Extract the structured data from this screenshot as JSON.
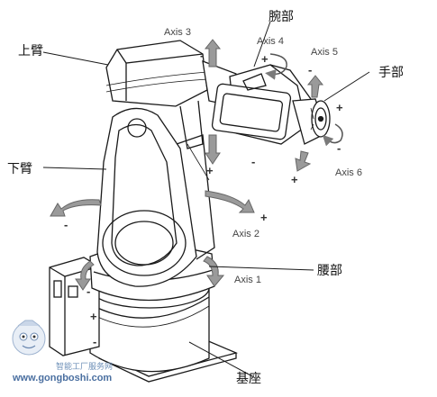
{
  "labels": {
    "upper_arm": "上臂",
    "wrist": "腕部",
    "hand": "手部",
    "lower_arm": "下臂",
    "waist": "腰部",
    "base": "基座"
  },
  "axes": {
    "axis1": "Axis 1",
    "axis2": "Axis 2",
    "axis3": "Axis 3",
    "axis4": "Axis 4",
    "axis5": "Axis 5",
    "axis6": "Axis 6"
  },
  "signs": {
    "plus": "+",
    "minus": "-"
  },
  "watermark": {
    "site_text": "智能工厂服务网",
    "url": "www.gongboshi.com"
  },
  "colors": {
    "line": "#1a1a1a",
    "arrow_fill": "#8a8a8a",
    "arrow_stroke": "#5a5a5a",
    "watermark": "#4a6fa0"
  }
}
